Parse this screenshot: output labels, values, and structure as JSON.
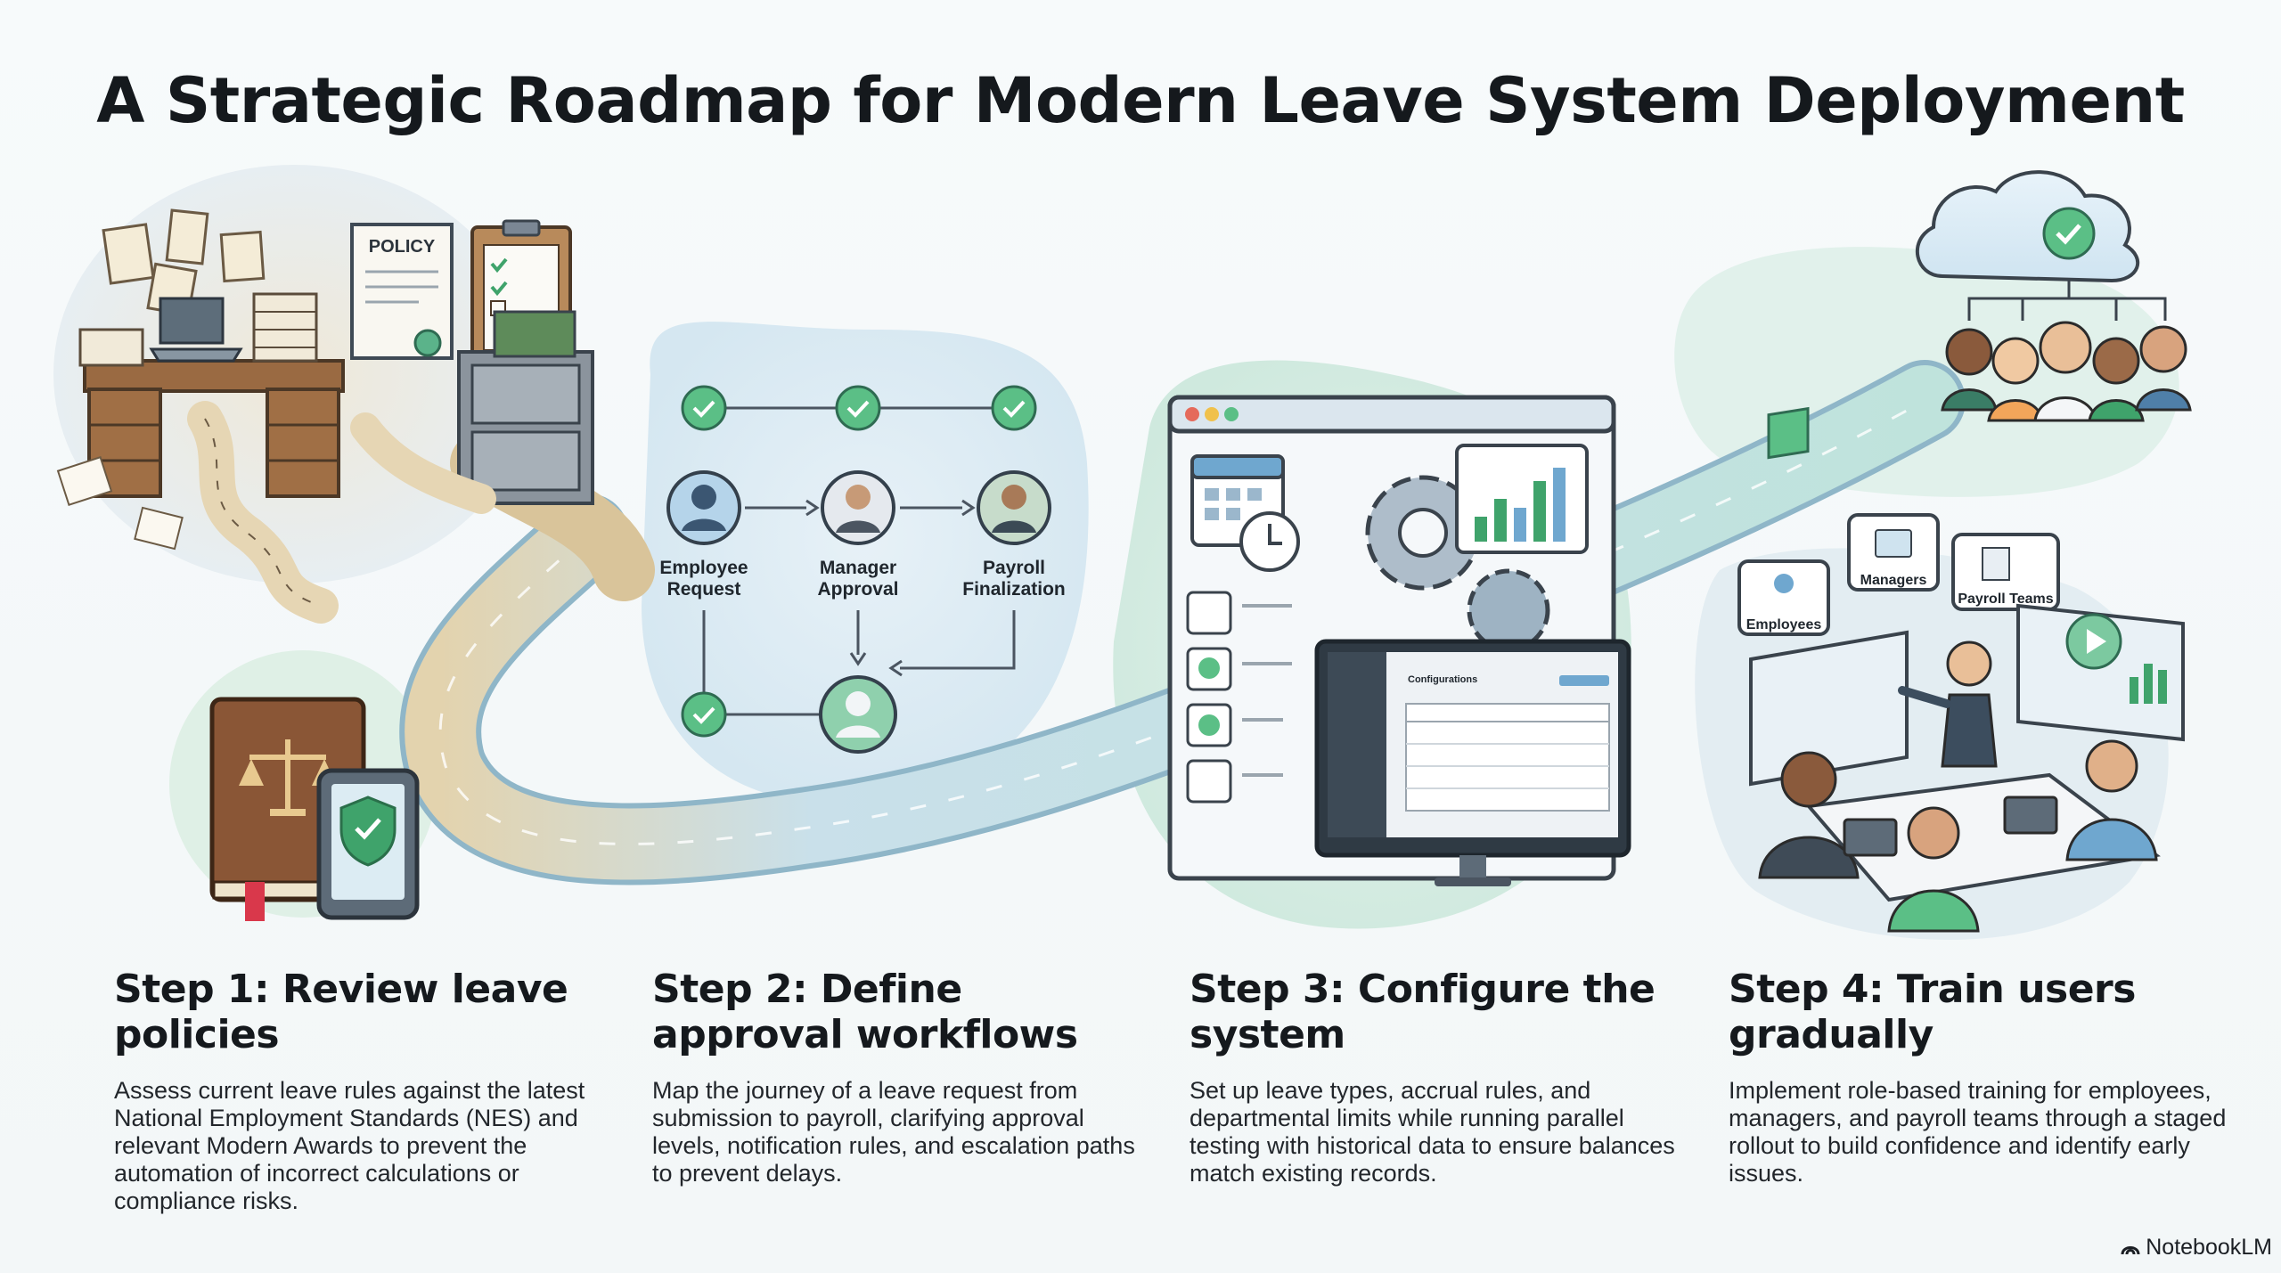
{
  "title": "A Strategic Roadmap for Modern Leave System Deployment",
  "illustration_labels": {
    "policy_doc": "POLICY",
    "workflow": {
      "employee_request": [
        "Employee",
        "Request"
      ],
      "manager_approval": [
        "Manager",
        "Approval"
      ],
      "payroll_finalization": [
        "Payroll",
        "Finalization"
      ]
    },
    "config_screen": "Configurations",
    "training_bubbles": {
      "employees": "Employees",
      "managers": "Managers",
      "payroll_teams": "Payroll Teams"
    }
  },
  "steps": [
    {
      "heading": "Step 1: Review leave policies",
      "body": "Assess current leave rules against the latest National Employment Standards (NES) and relevant Modern Awards to prevent the automation of incorrect calculations or compliance risks."
    },
    {
      "heading": "Step 2: Define approval workflows",
      "body": "Map the journey of a leave request from submission to payroll, clarifying approval levels, notification rules, and escalation paths to prevent delays."
    },
    {
      "heading": "Step 3: Configure the system",
      "body": "Set up leave types, accrual rules, and departmental limits while running parallel testing with historical data to ensure balances match existing records."
    },
    {
      "heading": "Step 4: Train users gradually",
      "body": "Implement role-based training for employees, managers, and payroll teams through a staged rollout to build confidence and identify early issues."
    }
  ],
  "brand": "NotebookLM",
  "colors": {
    "accent_green": "#3fa36b",
    "blob_blue": "#dbe9f2",
    "blob_green": "#d8efe3",
    "road_blue": "#bcdcea",
    "road_paper": "#e6d6b4",
    "dark_text": "#15191d"
  }
}
